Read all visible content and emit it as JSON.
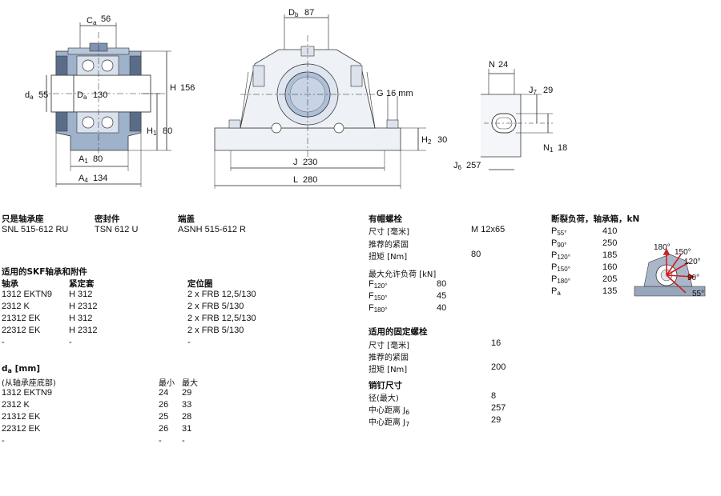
{
  "dims": {
    "ca": "56",
    "db": "87",
    "da": "55",
    "Da": "130",
    "H": "156",
    "H1": "80",
    "A1": "80",
    "A4": "134",
    "J": "230",
    "L": "280",
    "G": "16 mm",
    "H2": "30",
    "N": "24",
    "J7": "29",
    "N1": "18",
    "J6": "257"
  },
  "header": {
    "housing_label": "只是轴承座",
    "housing_value": "SNL 515-612 RU",
    "seal_label": "密封件",
    "seal_value": "TSN 612 U",
    "cover_label": "端盖",
    "cover_value": "ASNH 515-612 R"
  },
  "bearings": {
    "title": "适用的SKF轴承和附件",
    "headers": [
      "轴承",
      "紧定套",
      "定位圈"
    ],
    "rows": [
      [
        "1312 EKTN9",
        "H 312",
        "2 x FRB 12,5/130"
      ],
      [
        "2312 K",
        "H 2312",
        "2 x FRB 5/130"
      ],
      [
        "21312 EK",
        "H 312",
        "2 x FRB 12,5/130"
      ],
      [
        "22312 EK",
        "H 2312",
        "2 x FRB 5/130"
      ],
      [
        "-",
        "-",
        "-"
      ]
    ]
  },
  "ca_section": {
    "title": "d",
    "title_unit": "[mm]",
    "subtitle": "(从轴承座底部)",
    "min_label": "最小",
    "max_label": "最大",
    "rows": [
      [
        "1312 EKTN9",
        "24",
        "29"
      ],
      [
        "2312 K",
        "26",
        "33"
      ],
      [
        "21312 EK",
        "25",
        "28"
      ],
      [
        "22312 EK",
        "26",
        "31"
      ],
      [
        "-",
        "-",
        "-"
      ]
    ]
  },
  "cap_bolts": {
    "title": "有帽螺栓",
    "size_label": "尺寸 [毫米]",
    "size_value": "M 12x65",
    "torque_label1": "推荐的紧固",
    "torque_label2": "扭矩 [Nm]",
    "torque_value": "80",
    "load_title": "最大允许负荷 [kN]",
    "loads": [
      {
        "label": "F",
        "sub": "120°",
        "value": "80"
      },
      {
        "label": "F",
        "sub": "150°",
        "value": "45"
      },
      {
        "label": "F",
        "sub": "180°",
        "value": "40"
      }
    ]
  },
  "fix_bolts": {
    "title": "适用的固定螺栓",
    "size_label": "尺寸 [毫米]",
    "size_value": "16",
    "torque_label1": "推荐的紧固",
    "torque_label2": "扭矩 [Nm]",
    "torque_value": "200"
  },
  "dowel": {
    "title": "销钉尺寸",
    "dia_label": "径(最大)",
    "dia_value": "8",
    "j6_label": "中心距离 J",
    "j6_sub": "6",
    "j6_value": "257",
    "j7_label": "中心距离 J",
    "j7_sub": "7",
    "j7_value": "29"
  },
  "breaking": {
    "title": "断裂负荷，轴承箱，kN",
    "rows": [
      {
        "label": "P",
        "sub": "55°",
        "value": "410"
      },
      {
        "label": "P",
        "sub": "90°",
        "value": "250"
      },
      {
        "label": "P",
        "sub": "120°",
        "value": "185"
      },
      {
        "label": "P",
        "sub": "150°",
        "value": "160"
      },
      {
        "label": "P",
        "sub": "180°",
        "value": "205"
      },
      {
        "label": "P",
        "sub": "a",
        "value": "135"
      }
    ]
  },
  "angle_labels": [
    "180°",
    "150°",
    "120°",
    "90°",
    "55°"
  ],
  "colors": {
    "housing": "#8aa0c0",
    "housing_dark": "#5a6d88",
    "arrow": "#d21e1e",
    "line": "#222222"
  }
}
